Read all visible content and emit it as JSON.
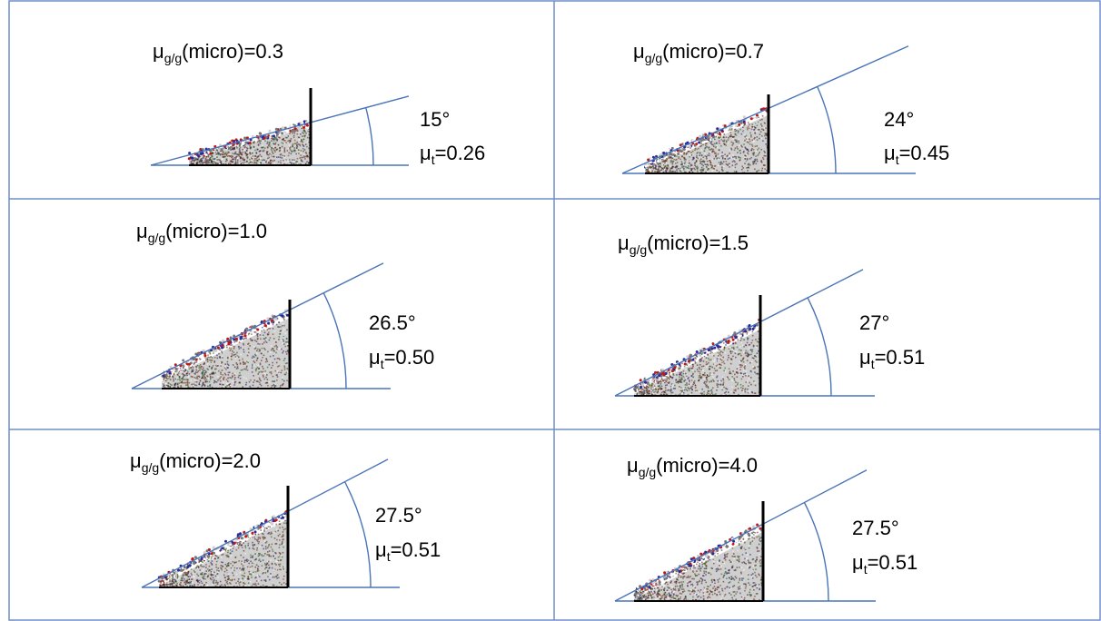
{
  "panels": [
    {
      "mu_symbol": "μ",
      "mu_sub": "g/g",
      "label_rest": "(micro)=0.3",
      "angle": "15°",
      "mut_symbol": "μ",
      "mut_sub": "t",
      "mut_rest": "=0.26",
      "angle_deg": 15
    },
    {
      "mu_symbol": "μ",
      "mu_sub": "g/g",
      "label_rest": "(micro)=0.7",
      "angle": "24°",
      "mut_symbol": "μ",
      "mut_sub": "t",
      "mut_rest": "=0.45",
      "angle_deg": 24
    },
    {
      "mu_symbol": "μ",
      "mu_sub": "g/g",
      "label_rest": "(micro)=1.0",
      "angle": "26.5°",
      "mut_symbol": "μ",
      "mut_sub": "t",
      "mut_rest": "=0.50",
      "angle_deg": 26.5
    },
    {
      "mu_symbol": "μ",
      "mu_sub": "g/g",
      "label_rest": "(micro)=1.5",
      "angle": "27°",
      "mut_symbol": "μ",
      "mut_sub": "t",
      "mut_rest": "=0.51",
      "angle_deg": 27
    },
    {
      "mu_symbol": "μ",
      "mu_sub": "g/g",
      "label_rest": "(micro)=2.0",
      "angle": "27.5°",
      "mut_symbol": "μ",
      "mut_sub": "t",
      "mut_rest": "=0.51",
      "angle_deg": 27.5
    },
    {
      "mu_symbol": "μ",
      "mu_sub": "g/g",
      "label_rest": "(micro)=4.0",
      "angle": "27.5°",
      "mut_symbol": "μ",
      "mut_sub": "t",
      "mut_rest": "=0.51",
      "angle_deg": 27.5
    }
  ],
  "colors": {
    "grid_line": "#6f8fc8",
    "slope_line": "#4a74b8",
    "wall": "#000000",
    "layers": [
      "#c8651b",
      "#22b322",
      "#c01818",
      "#2a2a9a",
      "#cfcfcf"
    ]
  }
}
